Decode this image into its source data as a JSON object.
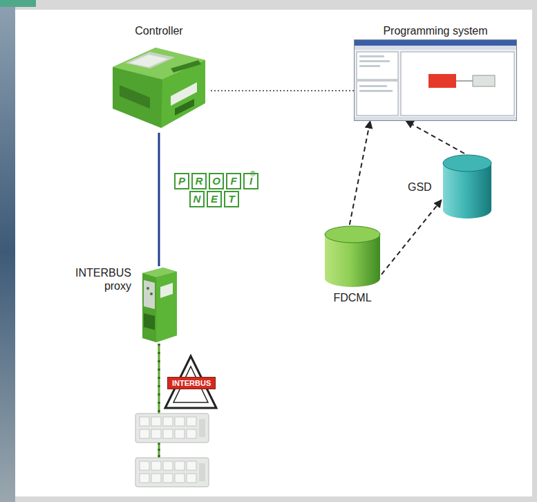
{
  "diagram": {
    "nodes": [
      {
        "text": [
          "Controller"
        ]
      },
      {
        "text": [
          "Programming system"
        ]
      },
      {
        "text": [
          "INTERBUS proxy"
        ]
      },
      {
        "text": [
          "FDCML"
        ]
      },
      {
        "text": [
          "GSD"
        ]
      }
    ],
    "edges": [
      {
        "from": 0,
        "to": 1,
        "arrow": "none"
      },
      {
        "from": 0,
        "to": 2,
        "arrow": "none"
      },
      {
        "from": 3,
        "to": 1,
        "arrow": "to"
      },
      {
        "from": 4,
        "to": 1,
        "arrow": "to"
      },
      {
        "from": 3,
        "to": 4,
        "arrow": "to"
      }
    ],
    "labels": [
      "PROFI",
      "NET",
      "®",
      "INTERBUS"
    ]
  }
}
